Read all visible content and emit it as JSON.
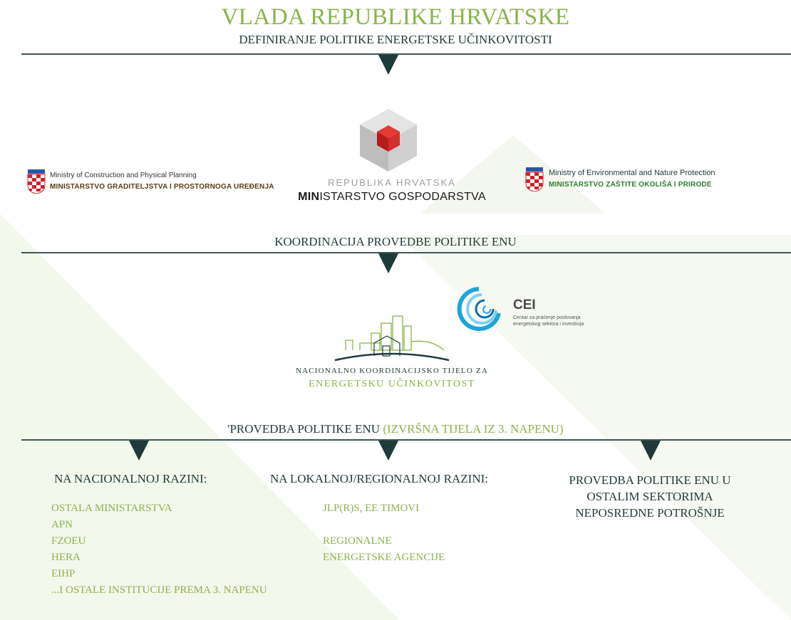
{
  "colors": {
    "green": "#8ab34a",
    "dark": "#1e3a3a",
    "red": "#d0202a",
    "mgg_green": "#2e7d32",
    "mgipu_brown": "#5a3b16"
  },
  "header": {
    "title": "VLADA REPUBLIKE HRVATSKE",
    "subtitle": "DEFINIRANJE POLITIKE ENERGETSKE UČINKOVITOSTI"
  },
  "ministries": {
    "left": {
      "name_en": "Ministry of Construction and Physical Planning",
      "name_hr": "MINISTARSTVO GRADITELJSTVA I PROSTORNOGA UREĐENJA",
      "icon": "croatian-coat-of-arms-icon"
    },
    "center": {
      "top": "REPUBLIKA HRVATSKA",
      "bottom_bold": "MIN",
      "bottom_rest": "ISTARSTVO GOSPODARSTVA",
      "icon": "ministry-cube-logo"
    },
    "right": {
      "name_en": "Ministry of Environmental and Nature Protection",
      "name_hr": "MINISTARSTVO ZAŠTITE OKOLIŠA I PRIRODE",
      "icon": "croatian-coat-of-arms-icon"
    }
  },
  "coordination": {
    "label": "KOORDINACIJA PROVEDBE POLITIKE ENU"
  },
  "national_body": {
    "top": "NACIONALNO KOORDINACIJSKO TIJELO ZA",
    "bottom": "ENERGETSKU UČINKOVITOST",
    "icon": "city-skyline-logo"
  },
  "cei": {
    "name": "CEI",
    "desc_line1": "Centar za praćenje poslovanja",
    "desc_line2": "energetskog sektora i investicija",
    "icon": "swirl-logo"
  },
  "implementation": {
    "label_main": "'PROVEDBA POLITIKE ENU",
    "label_paren": "(IZVRŠNA TIJELA IZ 3. NAPENU)"
  },
  "columns": {
    "national": {
      "heading": "NA NACIONALNOJ RAZINI:",
      "items": [
        "OSTALA MINISTARSTVA",
        "APN",
        "FZOEU",
        "HERA",
        "EIHP",
        "...I OSTALE INSTITUCIJE PREMA 3. NAPENU"
      ]
    },
    "local": {
      "heading": "NA LOKALNOJ/REGIONALNOJ RAZINI:",
      "items": [
        "JLP(R)S, EE TIMOVI",
        "REGIONALNE",
        "ENERGETSKE AGENCIJE"
      ]
    },
    "other": {
      "heading_lines": [
        "PROVEDBA POLITIKE ENU U",
        "OSTALIM SEKTORIMA",
        "NEPOSREDNE POTROŠNJE"
      ]
    }
  }
}
